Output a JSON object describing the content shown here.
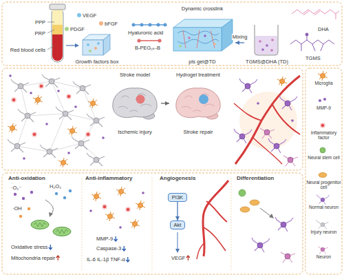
{
  "diagram": {
    "nodes": [
      {
        "text": [
          "Growth factors box"
        ]
      },
      {
        "text": [
          "Dynamic crosslink",
          "pls gel@TD"
        ]
      },
      {
        "text": [
          "TGMS@DHA (TD)"
        ]
      },
      {
        "text": [
          "Stroke model",
          "Ischemic injury"
        ]
      },
      {
        "text": [
          "Hydrogel treatment",
          "Stroke repair"
        ]
      },
      {
        "text": [
          "PI3K"
        ]
      },
      {
        "text": [
          "Akt"
        ]
      }
    ],
    "edges": [
      {
        "from": 2,
        "to": 1,
        "label": "Mixing",
        "arrow": "to"
      },
      {
        "from": 3,
        "to": 4,
        "arrow": "to"
      },
      {
        "from": 5,
        "to": 6,
        "arrow": "to"
      }
    ],
    "labels": [
      "PPP",
      "PRP",
      "Red blood cells",
      "VEGF",
      "bFGF",
      "PDGF",
      "Hyaluronic acid",
      "B-PEG₂ₖ-B",
      "DHA",
      "TGMS",
      "Anti-oxidation",
      "·O₂⁻",
      "H₂O₂",
      "·OH",
      "Oxidative stress",
      "Mitochondria repair",
      "Anti-inflammatory",
      "MMP-9",
      "Caspase-3",
      "IL-6 IL-1β TNF-α",
      "Angiogenesis",
      "VEGF",
      "Differentiation"
    ],
    "legend": [
      {
        "text": "Microglia"
      },
      {
        "text": "MMP-9"
      },
      {
        "text": "Inflammatory factor"
      },
      {
        "text": "Neural stem cell"
      },
      {
        "text": "Neural progenitor cell"
      },
      {
        "text": "Normal neuron"
      },
      {
        "text": "Injury neuron"
      },
      {
        "text": "Neuron"
      }
    ]
  }
}
